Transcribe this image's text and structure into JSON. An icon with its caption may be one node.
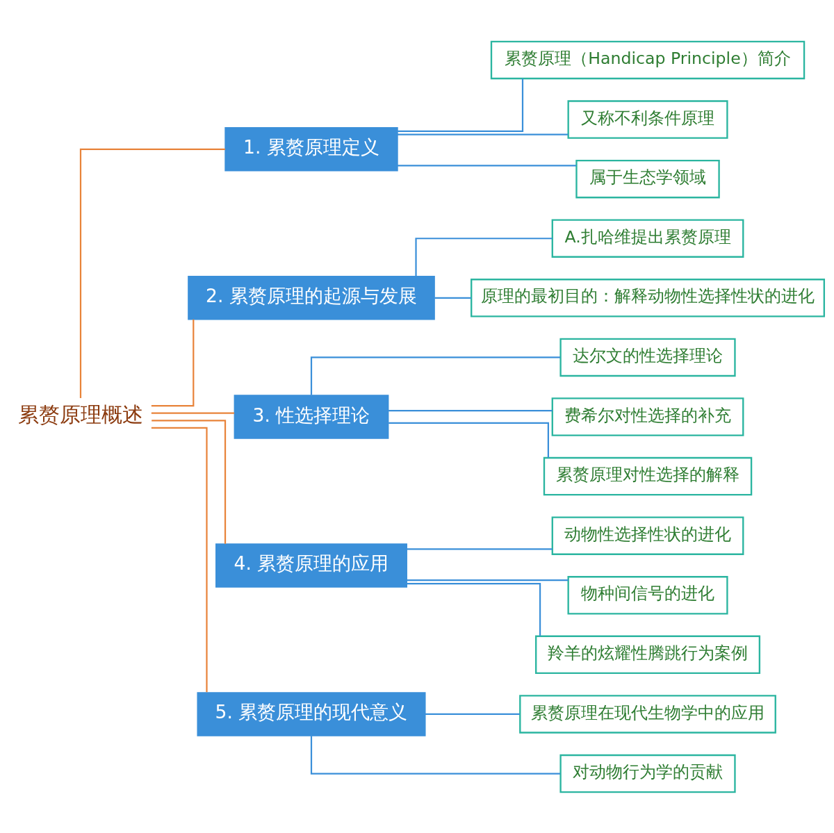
{
  "diagram": {
    "nodes": [
      {
        "text": [
          "累赘原理概述"
        ]
      },
      {
        "text": [
          "1. 累赘原理定义"
        ]
      },
      {
        "text": [
          "累赘原理（Handicap Principle）简介"
        ]
      },
      {
        "text": [
          "又称不利条件原理"
        ]
      },
      {
        "text": [
          "属于生态学领域"
        ]
      },
      {
        "text": [
          "2. 累赘原理的起源与发展"
        ]
      },
      {
        "text": [
          "A.扎哈维提出累赘原理"
        ]
      },
      {
        "text": [
          "原理的最初目的：解释动物性选择性状的进化"
        ]
      },
      {
        "text": [
          "3. 性选择理论"
        ]
      },
      {
        "text": [
          "达尔文的性选择理论"
        ]
      },
      {
        "text": [
          "费希尔对性选择的补充"
        ]
      },
      {
        "text": [
          "累赘原理对性选择的解释"
        ]
      },
      {
        "text": [
          "4. 累赘原理的应用"
        ]
      },
      {
        "text": [
          "动物性选择性状的进化"
        ]
      },
      {
        "text": [
          "物种间信号的进化"
        ]
      },
      {
        "text": [
          "羚羊的炫耀性腾跳行为案例"
        ]
      },
      {
        "text": [
          "5. 累赘原理的现代意义"
        ]
      },
      {
        "text": [
          "累赘原理在现代生物学中的应用"
        ]
      },
      {
        "text": [
          "对动物行为学的贡献"
        ]
      }
    ],
    "edges": [
      {
        "from": 0,
        "to": 1,
        "arrow": "none",
        "color": "#e8833a"
      },
      {
        "from": 0,
        "to": 5,
        "arrow": "none",
        "color": "#e8833a"
      },
      {
        "from": 0,
        "to": 8,
        "arrow": "none",
        "color": "#e8833a"
      },
      {
        "from": 0,
        "to": 12,
        "arrow": "none",
        "color": "#e8833a"
      },
      {
        "from": 0,
        "to": 16,
        "arrow": "none",
        "color": "#e8833a"
      },
      {
        "from": 1,
        "to": 2,
        "arrow": "none"
      },
      {
        "from": 1,
        "to": 3,
        "arrow": "none"
      },
      {
        "from": 1,
        "to": 4,
        "arrow": "none"
      },
      {
        "from": 5,
        "to": 6,
        "arrow": "none"
      },
      {
        "from": 5,
        "to": 7,
        "arrow": "none"
      },
      {
        "from": 8,
        "to": 9,
        "arrow": "none"
      },
      {
        "from": 8,
        "to": 10,
        "arrow": "none"
      },
      {
        "from": 8,
        "to": 11,
        "arrow": "none"
      },
      {
        "from": 12,
        "to": 13,
        "arrow": "none"
      },
      {
        "from": 12,
        "to": 14,
        "arrow": "none"
      },
      {
        "from": 12,
        "to": 15,
        "arrow": "none"
      },
      {
        "from": 16,
        "to": 17,
        "arrow": "none"
      },
      {
        "from": 16,
        "to": 18,
        "arrow": "none"
      }
    ]
  }
}
